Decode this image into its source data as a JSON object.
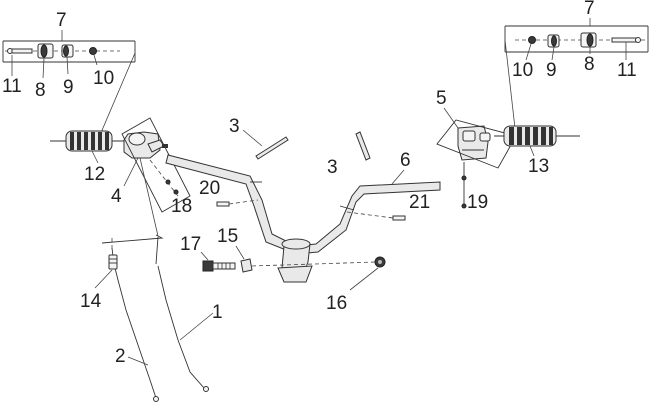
{
  "diagram": {
    "callouts": {
      "c1": "1",
      "c2": "2",
      "c3a": "3",
      "c3b": "3",
      "c4": "4",
      "c5": "5",
      "c6": "6",
      "c7l": "7",
      "c7r": "7",
      "c8l": "8",
      "c8r": "8",
      "c9l": "9",
      "c9r": "9",
      "c10l": "10",
      "c10r": "10",
      "c11l": "11",
      "c11r": "11",
      "c12": "12",
      "c13": "13",
      "c14": "14",
      "c15": "15",
      "c16": "16",
      "c17": "17",
      "c18": "18",
      "c19": "19",
      "c20": "20",
      "c21": "21"
    }
  }
}
